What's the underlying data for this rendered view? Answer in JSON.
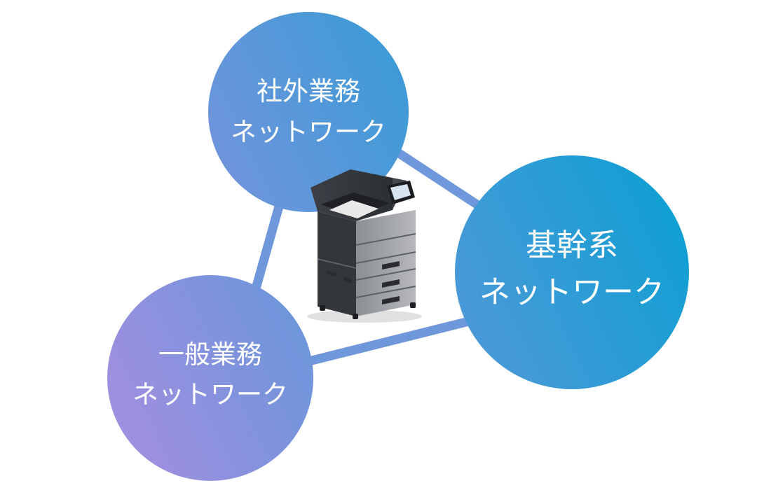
{
  "diagram": {
    "nodes": [
      {
        "id": "external",
        "line1": "社外業務",
        "line2": "ネットワーク"
      },
      {
        "id": "core",
        "line1": "基幹系",
        "line2": "ネットワーク"
      },
      {
        "id": "general",
        "line1": "一般業務",
        "line2": "ネットワーク"
      }
    ],
    "center_device": "multifunction-printer",
    "edges": [
      [
        "external",
        "core"
      ],
      [
        "core",
        "general"
      ],
      [
        "general",
        "external"
      ]
    ]
  },
  "colors": {
    "gradient_start": "#a58fe0",
    "gradient_end": "#0aa0d2",
    "connector": "#6f97dc",
    "label": "#ffffff"
  }
}
